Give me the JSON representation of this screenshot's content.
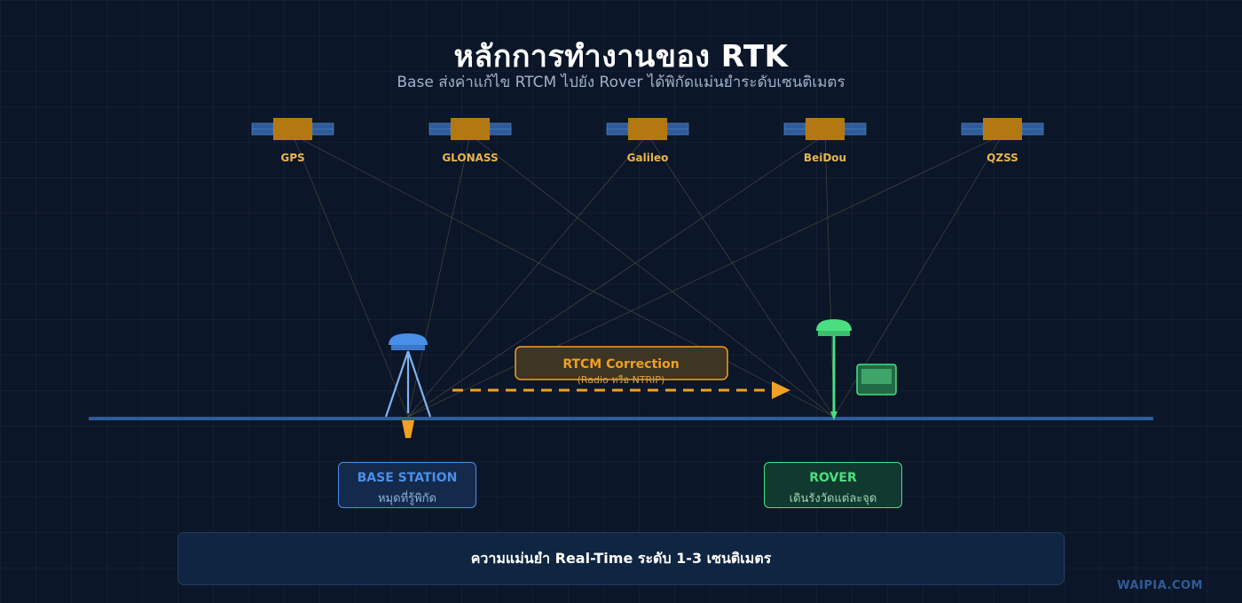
{
  "header": {
    "title": "หลักการทำงานของ RTK",
    "subtitle": "Base ส่งค่าแก้ไข RTCM ไปยัง Rover ได้พิกัดแม่นยำระดับเซนติเมตร"
  },
  "satellites": [
    {
      "label": "GPS"
    },
    {
      "label": "GLONASS"
    },
    {
      "label": "Galileo"
    },
    {
      "label": "BeiDou"
    },
    {
      "label": "QZSS"
    }
  ],
  "correction": {
    "title": "RTCM Correction",
    "subtitle": "(Radio หรือ NTRIP)"
  },
  "base_station": {
    "name": "BASE STATION",
    "description": "หมุดที่รู้พิกัด"
  },
  "rover": {
    "name": "ROVER",
    "description": "เดินรังวัดแต่ละจุด"
  },
  "accuracy": {
    "text": "ความแม่นยำ Real-Time ระดับ 1-3 เซนติเมตร"
  },
  "watermark": "WAIPIA.COM",
  "colors": {
    "background": "#0b1628",
    "satellite_body": "#b47812",
    "satellite_panel": "#2f5b99",
    "satellite_label": "#e8b64c",
    "base_accent": "#4a8fe7",
    "rover_accent": "#4ade80",
    "correction_accent": "#f0a023",
    "ground_line": "#2f5b9a"
  },
  "icons": {
    "satellite": "satellite-icon",
    "base_antenna": "base-antenna-icon",
    "tripod": "tripod-icon",
    "survey_marker": "survey-marker-icon",
    "rover_antenna": "rover-antenna-icon",
    "controller": "controller-icon",
    "arrow": "arrow-right-icon"
  }
}
